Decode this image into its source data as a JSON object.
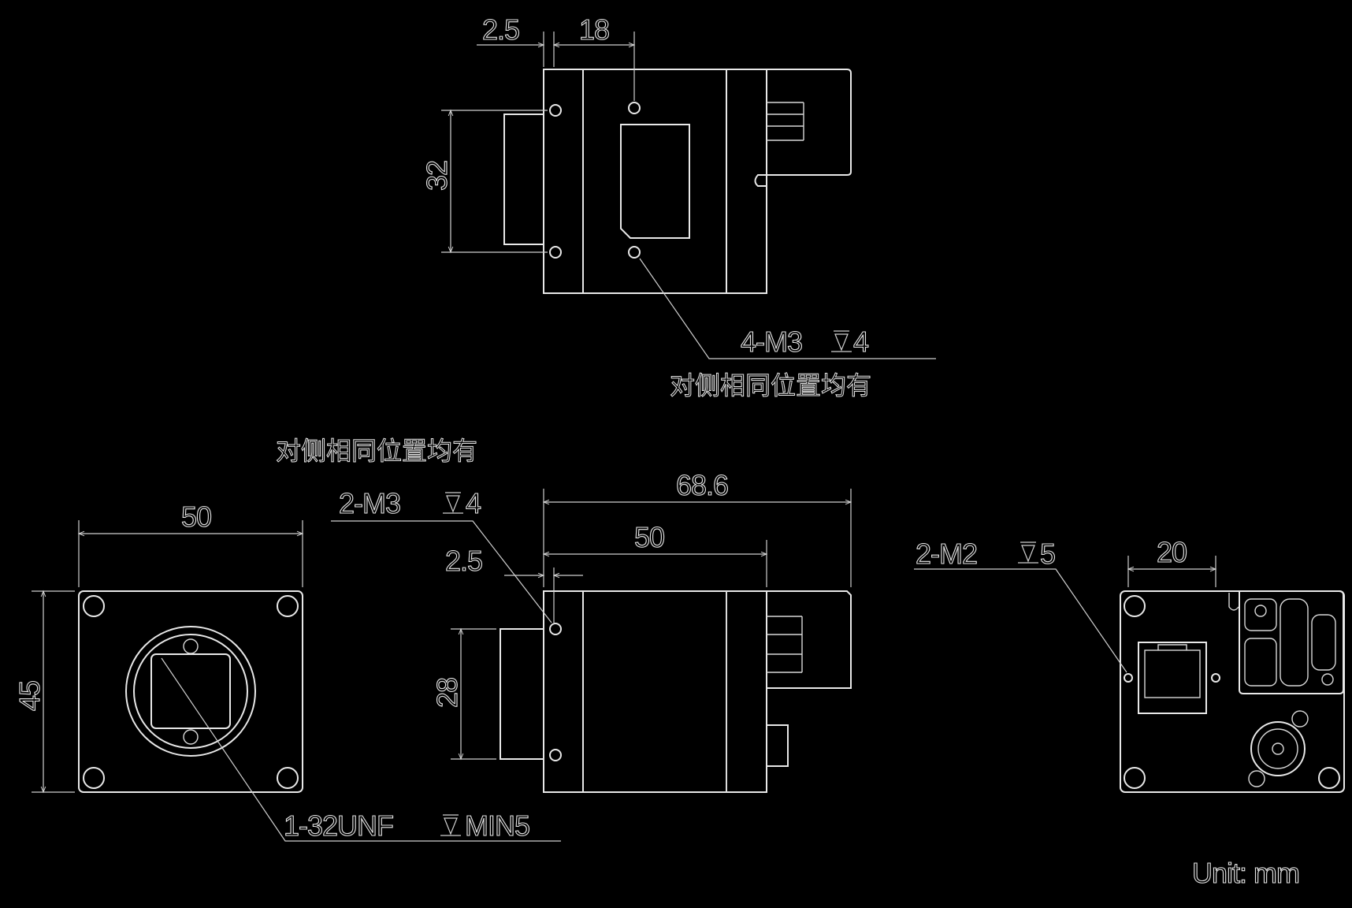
{
  "colors": {
    "background": "#000000",
    "line": "#e8e8e8"
  },
  "top_view": {
    "dim_2_5": "2.5",
    "dim_18": "18",
    "dim_32": "32",
    "callout_holes": "4-M3",
    "callout_depth": "4",
    "callout_note": "对侧相同位置均有"
  },
  "front_view": {
    "dim_width": "50",
    "dim_height": "45",
    "callout_lens": "1-32UNF",
    "callout_lens_depth": "MIN5"
  },
  "side_view": {
    "note_opposite": "对侧相同位置均有",
    "callout_holes": "2-M3",
    "callout_depth": "4",
    "dim_total": "68.6",
    "dim_body": "50",
    "dim_2_5": "2.5",
    "dim_28": "28"
  },
  "rear_view": {
    "callout_holes": "2-M2",
    "callout_depth": "5",
    "dim_20": "20"
  },
  "units": "Unit: mm"
}
